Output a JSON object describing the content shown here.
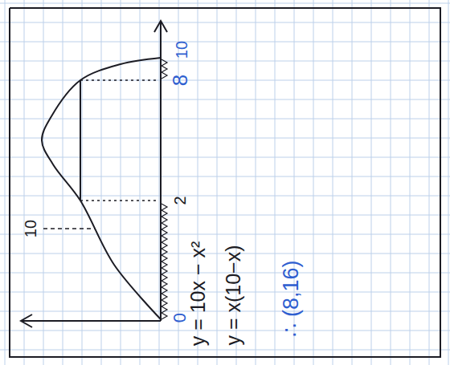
{
  "diagram": {
    "labels": [
      "10",
      "0",
      "2",
      "8",
      "10",
      "y = 10x − x²",
      "y = x(10−x)",
      "∴ (8,16)"
    ]
  }
}
